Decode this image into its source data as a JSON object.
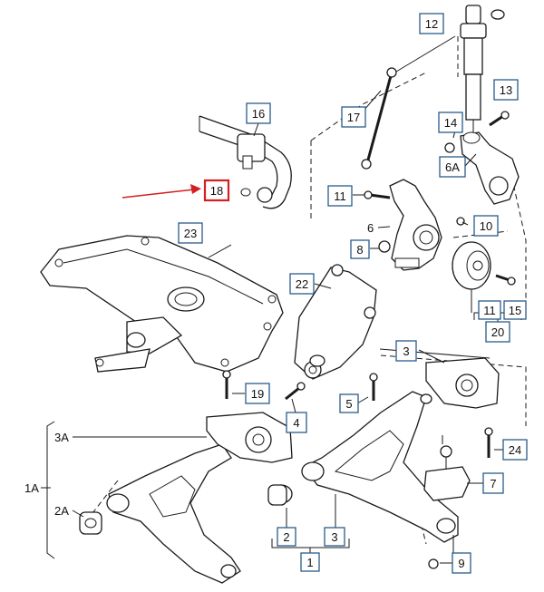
{
  "accent_color": "#d42020",
  "callout_color": "#2a5a8a",
  "highlighted_callout": "18",
  "callouts": [
    {
      "id": "c12",
      "label": "12"
    },
    {
      "id": "c13",
      "label": "13"
    },
    {
      "id": "c16",
      "label": "16"
    },
    {
      "id": "c17",
      "label": "17"
    },
    {
      "id": "c14",
      "label": "14"
    },
    {
      "id": "c6A",
      "label": "6A"
    },
    {
      "id": "c18",
      "label": "18"
    },
    {
      "id": "c11a",
      "label": "11"
    },
    {
      "id": "c10",
      "label": "10"
    },
    {
      "id": "c23",
      "label": "23"
    },
    {
      "id": "c8",
      "label": "8"
    },
    {
      "id": "c22",
      "label": "22"
    },
    {
      "id": "c11b",
      "label": "11"
    },
    {
      "id": "c15",
      "label": "15"
    },
    {
      "id": "c20",
      "label": "20"
    },
    {
      "id": "c3a",
      "label": "3"
    },
    {
      "id": "c19",
      "label": "19"
    },
    {
      "id": "c4",
      "label": "4"
    },
    {
      "id": "c5",
      "label": "5"
    },
    {
      "id": "c24",
      "label": "24"
    },
    {
      "id": "c7",
      "label": "7"
    },
    {
      "id": "c2",
      "label": "2"
    },
    {
      "id": "c3b",
      "label": "3"
    },
    {
      "id": "c1",
      "label": "1"
    },
    {
      "id": "c9",
      "label": "9"
    }
  ],
  "plain_labels": [
    {
      "id": "t6",
      "label": "6"
    },
    {
      "id": "t3A",
      "label": "3A"
    },
    {
      "id": "t1A",
      "label": "1A"
    },
    {
      "id": "t2A",
      "label": "2A"
    }
  ]
}
